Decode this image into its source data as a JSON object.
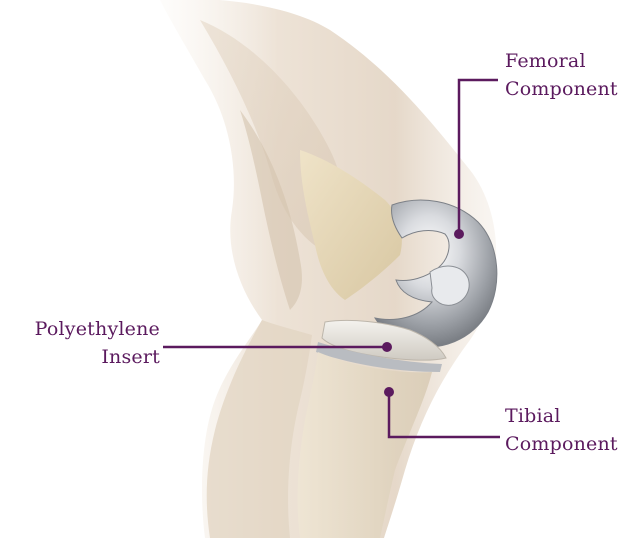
{
  "colors": {
    "accent": "#5b1a5e",
    "skin": "#efe6dc",
    "implant": "#c9cbd0"
  },
  "labels": {
    "femoral": {
      "line1": "Femoral",
      "line2": "Component"
    },
    "polyethylene": {
      "line1": "Polyethylene",
      "line2": "Insert"
    },
    "tibial": {
      "line1": "Tibial",
      "line2": "Component"
    }
  }
}
